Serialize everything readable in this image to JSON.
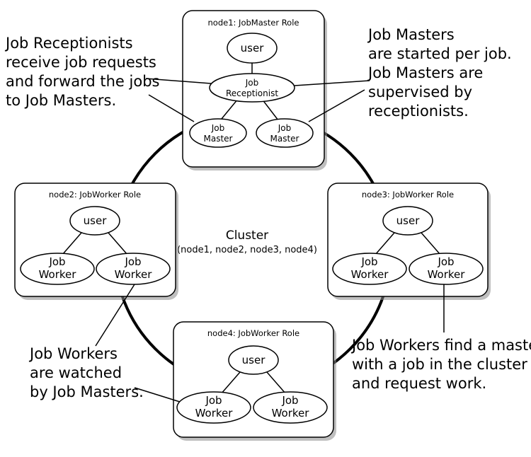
{
  "cluster": {
    "title": "Cluster",
    "members": "(node1, node2, node3, node4)"
  },
  "nodes": {
    "node1": {
      "role": "node1: JobMaster Role",
      "user": "user",
      "receptionist": [
        "Job",
        "Receptionist"
      ],
      "master_left": [
        "Job",
        "Master"
      ],
      "master_right": [
        "Job",
        "Master"
      ]
    },
    "node2": {
      "role": "node2: JobWorker Role",
      "user": "user",
      "worker_left": [
        "Job",
        "Worker"
      ],
      "worker_right": [
        "Job",
        "Worker"
      ]
    },
    "node3": {
      "role": "node3: JobWorker Role",
      "user": "user",
      "worker_left": [
        "Job",
        "Worker"
      ],
      "worker_right": [
        "Job",
        "Worker"
      ]
    },
    "node4": {
      "role": "node4: JobWorker Role",
      "user": "user",
      "worker_left": [
        "Job",
        "Worker"
      ],
      "worker_right": [
        "Job",
        "Worker"
      ]
    }
  },
  "callouts": {
    "receptionists": [
      "Job Receptionists",
      "receive job requests",
      "and forward the jobs",
      "to Job Masters."
    ],
    "masters": [
      "Job Masters",
      "are started per job.",
      "Job Masters are",
      "supervised by",
      "receptionists."
    ],
    "workers_watched": [
      "Job Workers",
      "are watched",
      "by Job Masters."
    ],
    "workers_find": [
      "Job Workers find a master",
      "with a job in the cluster",
      "and request work."
    ]
  }
}
